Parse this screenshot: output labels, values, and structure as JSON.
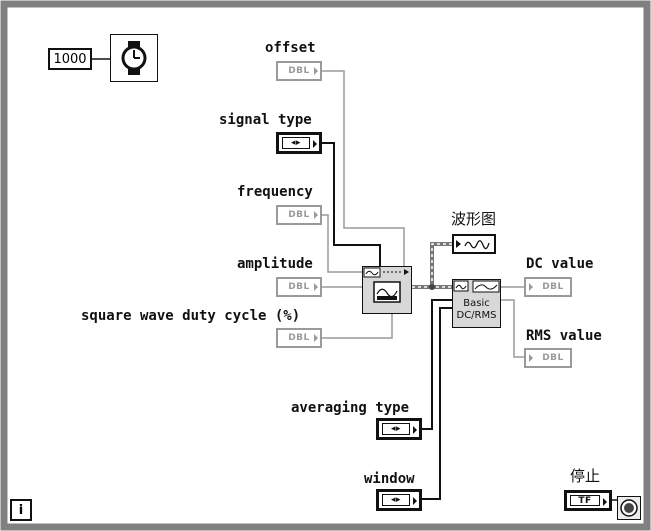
{
  "diagram": {
    "wait_constant": "1000",
    "labels": {
      "offset": "offset",
      "signal_type": "signal type",
      "frequency": "frequency",
      "amplitude": "amplitude",
      "duty_cycle": "square wave duty cycle (%)",
      "waveform_graph": "波形图",
      "dc_value": "DC value",
      "rms_value": "RMS value",
      "averaging_type": "averaging type",
      "window": "window",
      "stop": "停止"
    },
    "terminals": {
      "dbl": "DBL",
      "enum": "◂▸",
      "bool": "TF"
    },
    "basic_dc_rms": {
      "line1": "Basic",
      "line2": "DC/RMS"
    },
    "info_button": "i"
  },
  "colors": {
    "frame": "#808080",
    "wire_dbl": "#9a9a9a",
    "wire_enum": "#111111",
    "vi_fill": "#d8d8d8"
  }
}
